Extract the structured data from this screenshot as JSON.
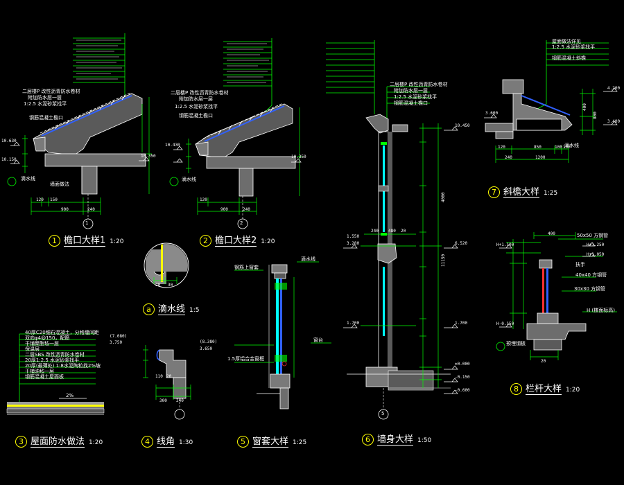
{
  "colors": {
    "background": "#000000",
    "line_green": "#00ff00",
    "line_white": "#ffffff",
    "line_cyan": "#00ffff",
    "line_yellow": "#ffff00",
    "line_blue": "#3060ff",
    "line_red": "#ff3030",
    "hatch_gray": "#9a9a9a"
  },
  "details": [
    {
      "num": "1",
      "label": "檐口大样1",
      "scale": "1:20"
    },
    {
      "num": "2",
      "label": "檐口大样2",
      "scale": "1:20"
    },
    {
      "num": "a",
      "label": "滴水线",
      "scale": "1:5"
    },
    {
      "num": "3",
      "label": "屋面防水做法",
      "scale": "1:20"
    },
    {
      "num": "4",
      "label": "线角",
      "scale": "1:30"
    },
    {
      "num": "5",
      "label": "窗套大样",
      "scale": "1:25"
    },
    {
      "num": "6",
      "label": "墙身大样",
      "scale": "1:50"
    },
    {
      "num": "7",
      "label": "斜檐大样",
      "scale": "1:25"
    },
    {
      "num": "8",
      "label": "栏杆大样",
      "scale": "1:20"
    }
  ],
  "markers": {
    "circle_1": "1",
    "circle_2": "2",
    "circle_5": "5"
  },
  "notes": {
    "d1_a": "二层楼P 改性沥青防水卷材",
    "d1_b": "附加防水层一层",
    "d1_c": "1:2.5 水泥砂浆找平",
    "d1_d": "钢筋混凝土檐口",
    "d1_e": "滴水线",
    "d1_f": "墙面做法",
    "d2_a": "二层楼P 改性沥青防水卷材",
    "d2_b": "附加防水层一层",
    "d2_c": "1:2.5 水泥砂浆找平",
    "d2_d": "钢筋混凝土檐口",
    "d2_e": "滴水线",
    "d5_a": "钢筋上窗套",
    "d5_b": "滴水线",
    "d5_c": "1.5厚铝合金窗框",
    "d5_d": "窗台",
    "d3_a": "40厚C20细石混凝土，分格缝间距",
    "d3_b": "双向φ4@150，配筋",
    "d3_c": "干铺聚酯毡一层",
    "d3_d": "保温层",
    "d3_e": "二层SBS 改性沥青防水卷材",
    "d3_f": "20厚1:2.5 水泥砂浆找平",
    "d3_g": "20厚(最薄处) 1:8水泥陶粒找2%坡",
    "d3_h": "干铺油毡一层",
    "d3_i": "钢筋混凝土屋面板",
    "d3_slope": "2%",
    "d6_a": "二层楼P 改性沥青防水卷材",
    "d6_b": "附加防水层一层",
    "d6_c": "1:2.5 水泥砂浆找平",
    "d6_d": "钢筋混凝土檐口",
    "d7_a": "屋面做法详见",
    "d7_b": "1:2.5 水泥砂浆找平",
    "d7_c": "钢筋混凝土斜檐",
    "d7_d": "滴水线",
    "d8_a": "50x50 方钢管",
    "d8_b": "扶手",
    "d8_c": "40x40 方钢管",
    "d8_d": "30x30 方钢管",
    "d8_e": "H (楼面标高)",
    "d8_f": "预埋钢板"
  },
  "dims": {
    "d1_10630": "10.630",
    "d1_10150": "10.150",
    "d1_10350": "10.350",
    "d1_120": "120",
    "d1_900": "900",
    "d1_240": "240",
    "d1_150": "150",
    "d2_10430": "10.430",
    "d2_10350": "10.350",
    "d2_120": "120",
    "d2_900": "900",
    "d2_240": "240",
    "d4_7080": "(7.080)",
    "d4_3750": "3.750",
    "d4_8380": "(8.380)",
    "d4_3650": "3.650",
    "d4_300": "300",
    "d4_240": "240",
    "d4_110": "110",
    "d4_20": "20",
    "da_20": "20",
    "da_30": "30",
    "d6_10450": "10.450",
    "d6_6520": "6.520",
    "d6_3280": "3.280",
    "d6_1700": "1.700",
    "d6_1700b": "1.700",
    "d6_0000": "±0.000",
    "d6_m0150": "-0.150",
    "d6_m0600": "-0.600",
    "d6_1550": "1.550",
    "d6_240": "240",
    "d6_480": "480",
    "d6_20": "20",
    "d6_4000": "4000",
    "d6_11150": "11150",
    "d7_4200": "4.200",
    "d7_3600": "3.600",
    "d7_3400": "3.400",
    "d7_120": "120",
    "d7_850": "850",
    "d7_100": "100",
    "d7_100b": "100",
    "d7_240": "240",
    "d7_1200": "1200",
    "d7_400": "400",
    "d7_800": "800",
    "d8_H1100": "H+1.100",
    "d8_H1250": "H+1.250",
    "d8_H1050": "H+1.050",
    "d8_H0150": "H-0.150",
    "d8_400": "400",
    "d8_20": "20"
  }
}
